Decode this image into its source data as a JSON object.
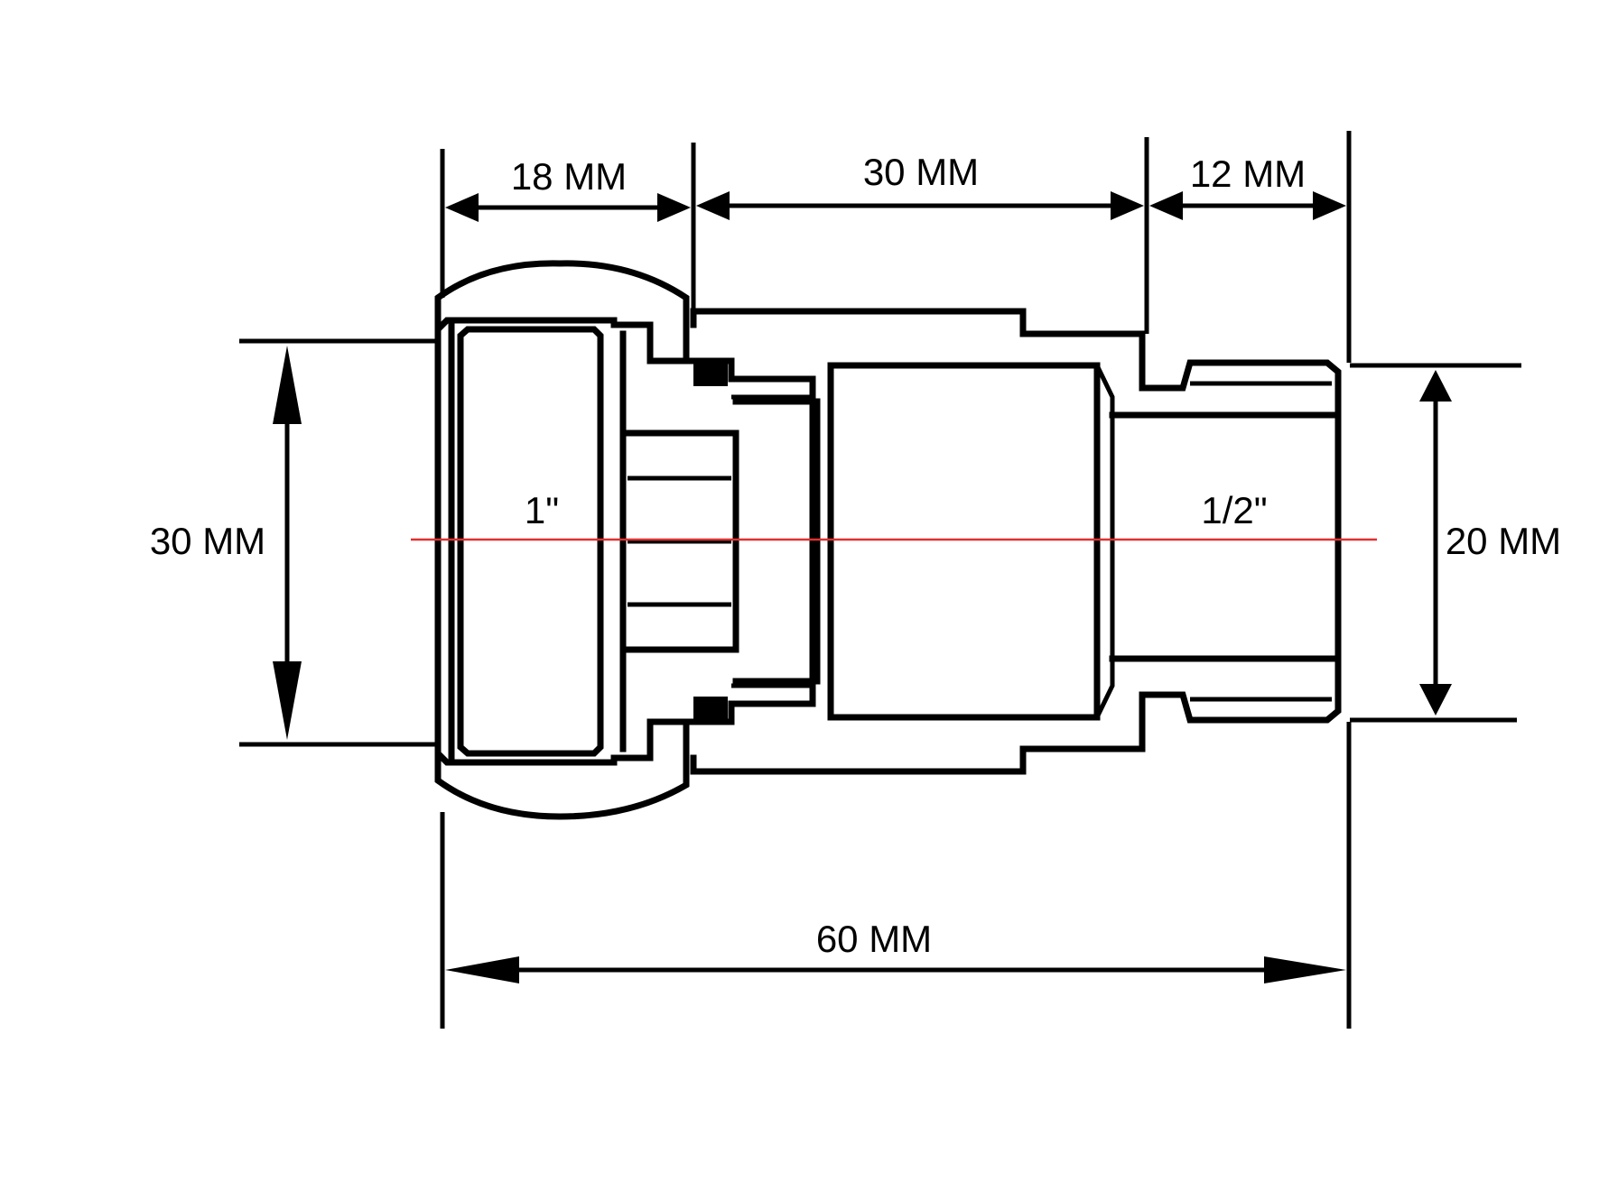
{
  "labels": {
    "dim_top_left": "18 MM",
    "dim_top_mid": "30 MM",
    "dim_top_right": "12 MM",
    "dim_left_height": "30 MM",
    "dim_right_height": "20 MM",
    "dim_total_length": "60 MM",
    "thread_large": "1\"",
    "thread_small": "1/2\""
  },
  "colors": {
    "line": "#000000",
    "centerline": "#e03030",
    "background": "#ffffff"
  }
}
